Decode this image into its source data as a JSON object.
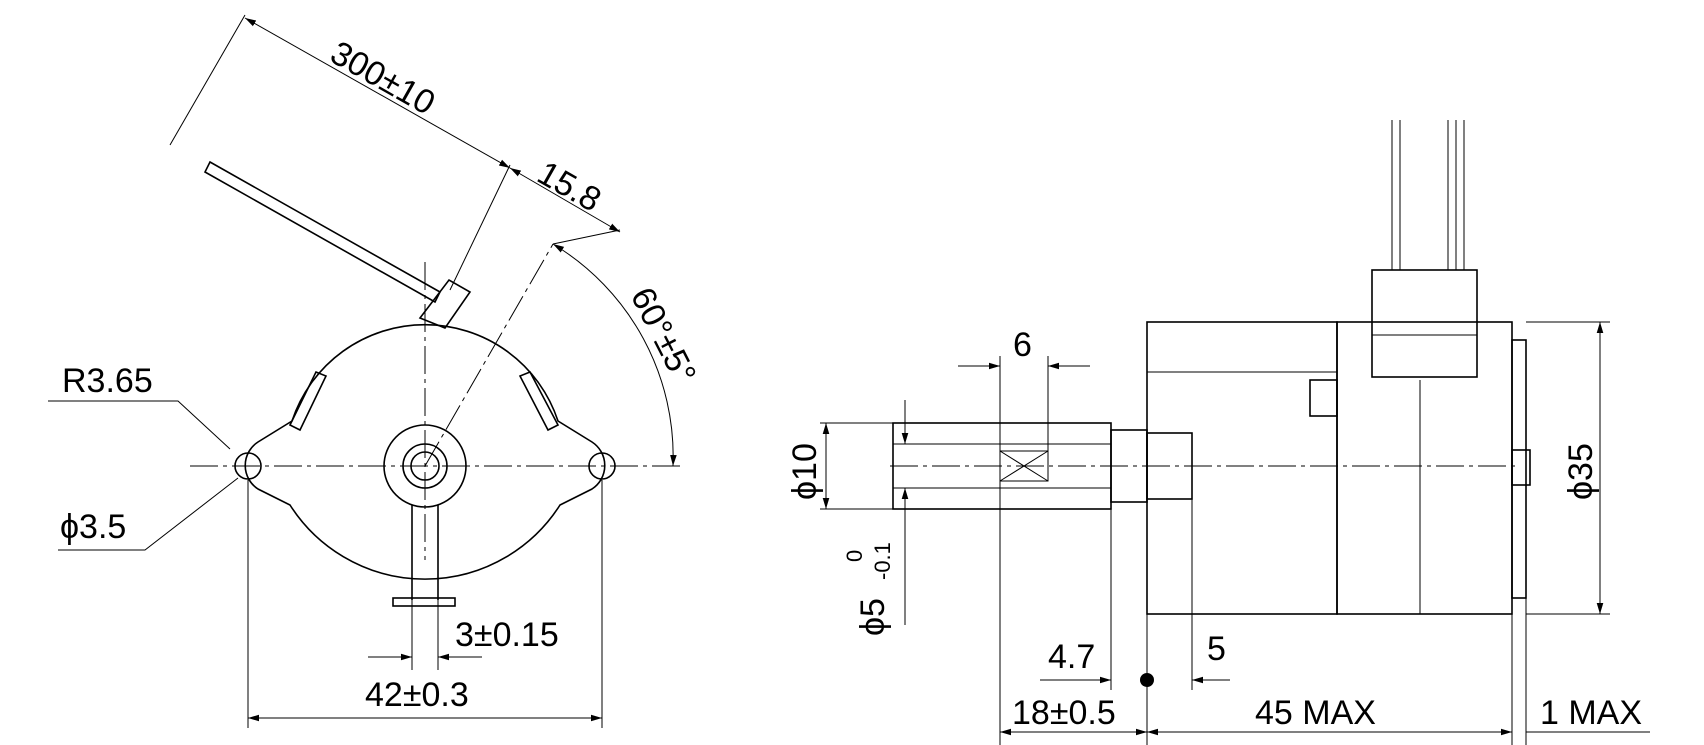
{
  "front_view": {
    "dims": {
      "lead_length": "300±10",
      "lead_offset": "15.8",
      "angle": "60°±5°",
      "radius": "R3.65",
      "hole_dia": "ϕ3.5",
      "shaft_flat": "3±0.15",
      "mount_pitch": "42±0.3"
    }
  },
  "side_view": {
    "dims": {
      "flat_length": "6",
      "boss_dia": "ϕ10",
      "shaft_dia": "ϕ5",
      "shaft_tol_upper": "0",
      "shaft_tol_lower": "-0.1",
      "boss_len": "4.7",
      "boss_step": "5",
      "shaft_len": "18±0.5",
      "body_len": "45 MAX",
      "cap_len": "1 MAX",
      "body_dia": "ϕ35"
    }
  }
}
